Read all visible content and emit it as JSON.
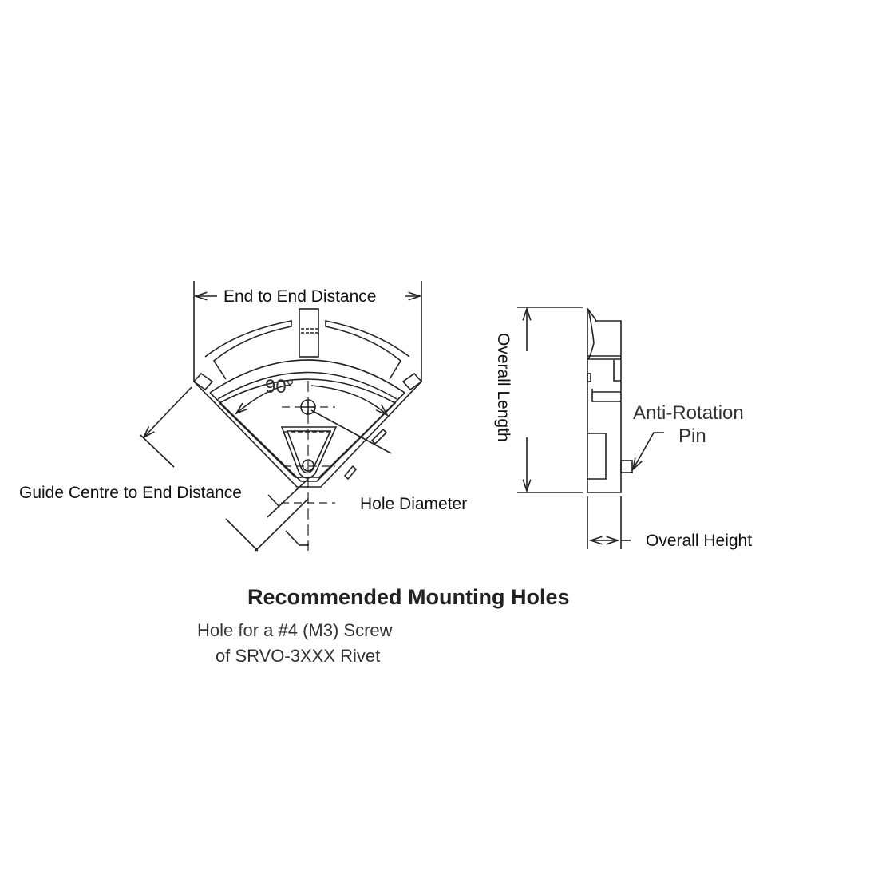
{
  "labels": {
    "end_to_end": "End to End Distance",
    "angle": "90°",
    "guide_centre": "Guide Centre to End Distance",
    "hole_diameter": "Hole Diameter",
    "overall_length": "Overall Length",
    "anti_rotation_line1": "Anti-Rotation",
    "anti_rotation_line2": "Pin",
    "overall_height": "Overall Height"
  },
  "caption": {
    "title": "Recommended Mounting Holes",
    "line1": "Hole for a #4 (M3) Screw",
    "line2": "of SRVO-3XXX Rivet"
  }
}
